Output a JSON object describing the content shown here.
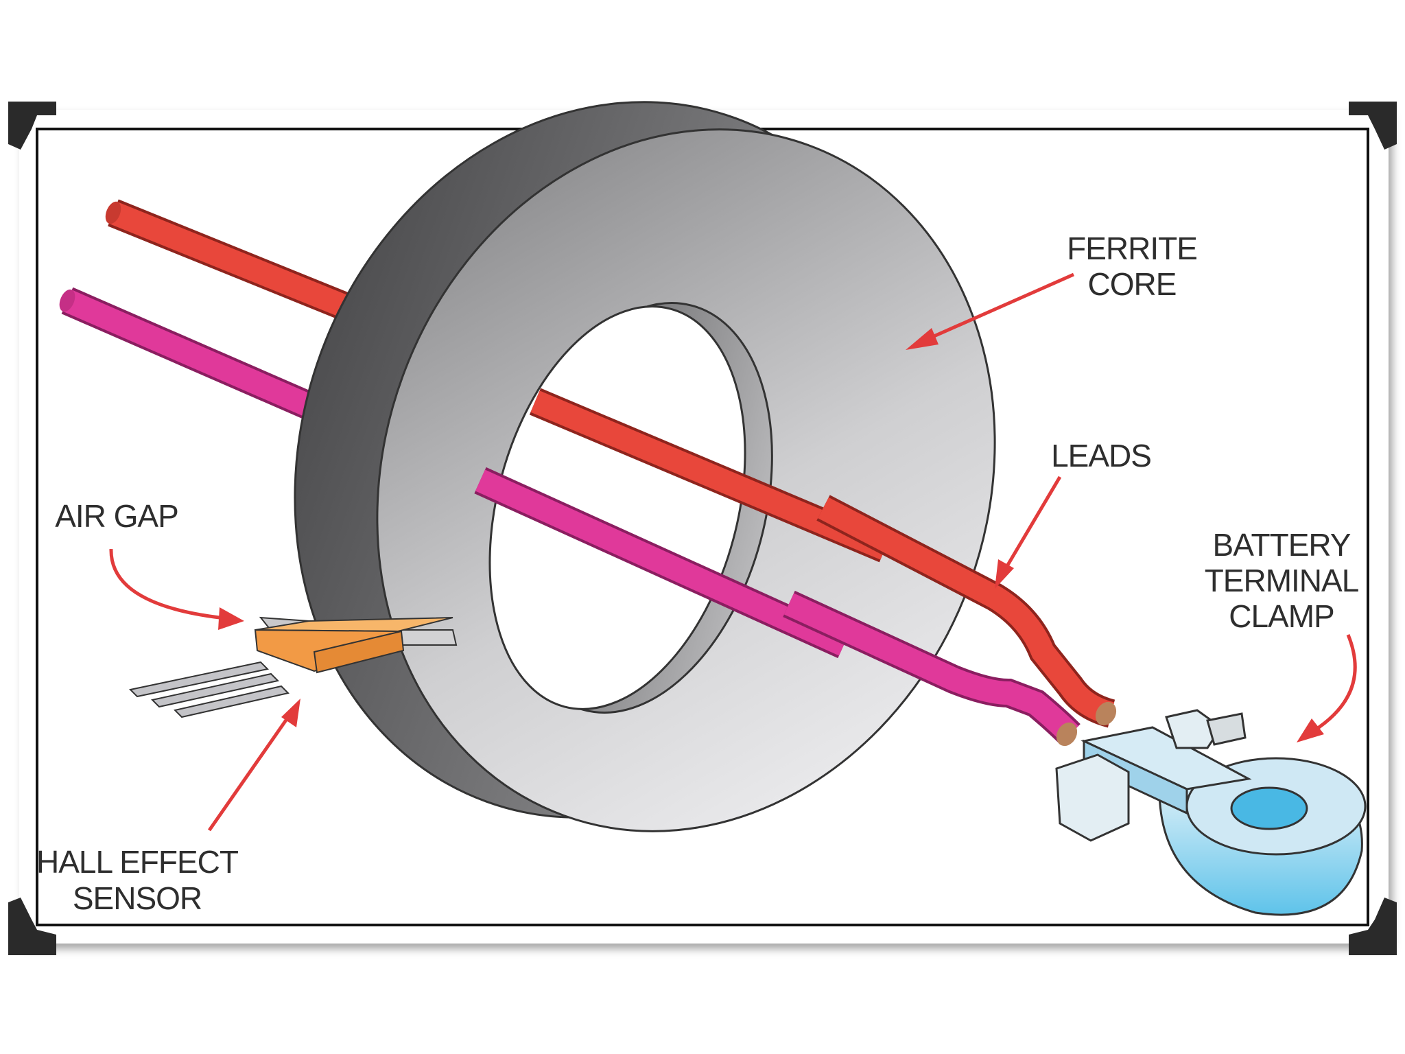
{
  "labels": {
    "ferrite_core": [
      "FERRITE",
      "CORE"
    ],
    "leads": "LEADS",
    "air_gap": "AIR GAP",
    "hall_effect_sensor": [
      "HALL EFFECT",
      "SENSOR"
    ],
    "battery_terminal_clamp": [
      "BATTERY",
      "TERMINAL",
      "CLAMP"
    ]
  },
  "colors": {
    "red_lead": "#e8473b",
    "magenta_lead": "#e0399a",
    "core_dark": "#777777",
    "core_light": "#d6d6d8",
    "sensor": "#f29a45",
    "clamp": "#bde3f2",
    "arrow": "#e23b3b",
    "frame": "#111111"
  }
}
